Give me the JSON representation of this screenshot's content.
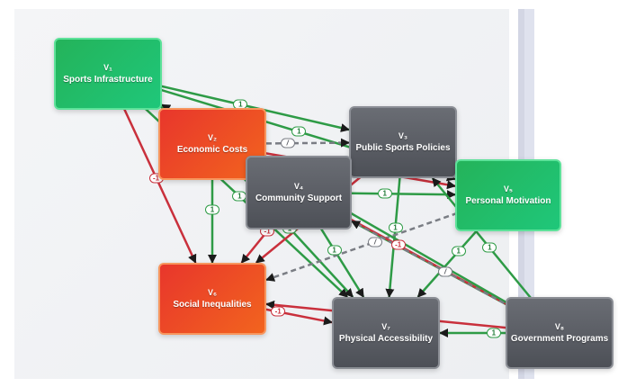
{
  "nodes": [
    {
      "key": "infra",
      "id": "V₁",
      "label": "Sports Infrastructure",
      "tone": "green"
    },
    {
      "key": "econ",
      "id": "V₂",
      "label": "Economic Costs",
      "tone": "orange"
    },
    {
      "key": "policy",
      "id": "V₃",
      "label": "Public Sports Policies",
      "tone": "gray"
    },
    {
      "key": "comm",
      "id": "V₄",
      "label": "Community Support",
      "tone": "gray"
    },
    {
      "key": "motiv",
      "id": "V₅",
      "label": "Personal Motivation",
      "tone": "green"
    },
    {
      "key": "social",
      "id": "V₆",
      "label": "Social Inequalities",
      "tone": "orange"
    },
    {
      "key": "access",
      "id": "V₇",
      "label": "Physical Accessibility",
      "tone": "gray"
    },
    {
      "key": "gov",
      "id": "V₈",
      "label": "Government Programs",
      "tone": "gray"
    }
  ],
  "edges": [
    {
      "from": "infra",
      "to": "policy",
      "label": "1",
      "kind": "pos"
    },
    {
      "from": "infra",
      "to": "econ",
      "label": "-1",
      "kind": "neg"
    },
    {
      "from": "infra",
      "to": "motiv",
      "label": "1",
      "kind": "pos"
    },
    {
      "from": "infra",
      "to": "comm",
      "label": "1",
      "kind": "pos"
    },
    {
      "from": "infra",
      "to": "social",
      "label": "-1",
      "kind": "neg"
    },
    {
      "from": "infra",
      "to": "access",
      "label": "1",
      "kind": "pos"
    },
    {
      "from": "econ",
      "to": "social",
      "label": "1",
      "kind": "pos"
    },
    {
      "from": "econ",
      "to": "motiv",
      "label": "-1",
      "kind": "neg"
    },
    {
      "from": "econ",
      "to": "access",
      "label": "1",
      "kind": "pos"
    },
    {
      "from": "econ",
      "to": "policy",
      "label": "/",
      "kind": "dash"
    },
    {
      "from": "policy",
      "to": "motiv",
      "label": "1",
      "kind": "pos"
    },
    {
      "from": "policy",
      "to": "social",
      "label": "-1",
      "kind": "neg"
    },
    {
      "from": "policy",
      "to": "access",
      "label": "1",
      "kind": "pos"
    },
    {
      "from": "comm",
      "to": "motiv",
      "label": "1",
      "kind": "pos"
    },
    {
      "from": "comm",
      "to": "access",
      "label": "1",
      "kind": "pos"
    },
    {
      "from": "comm",
      "to": "social",
      "label": "-1",
      "kind": "neg"
    },
    {
      "from": "motiv",
      "to": "access",
      "label": "1",
      "kind": "pos"
    },
    {
      "from": "motiv",
      "to": "social",
      "label": "/",
      "kind": "dash"
    },
    {
      "from": "social",
      "to": "access",
      "label": "-1",
      "kind": "neg"
    },
    {
      "from": "gov",
      "to": "access",
      "label": "1",
      "kind": "pos"
    },
    {
      "from": "gov",
      "to": "social",
      "label": "-1",
      "kind": "neg"
    },
    {
      "from": "gov",
      "to": "comm",
      "label": "1",
      "kind": "pos"
    },
    {
      "from": "gov",
      "to": "econ",
      "label": "-1",
      "kind": "neg"
    },
    {
      "from": "gov",
      "to": "policy",
      "label": "1",
      "kind": "pos"
    },
    {
      "from": "gov",
      "to": "infra",
      "label": "1",
      "kind": "pos"
    },
    {
      "from": "gov",
      "to": "comm",
      "label": "/",
      "kind": "dash"
    }
  ],
  "colors": {
    "positive": "#2e9b46",
    "negative": "#c9303c",
    "neutral": "#7a7d84"
  }
}
